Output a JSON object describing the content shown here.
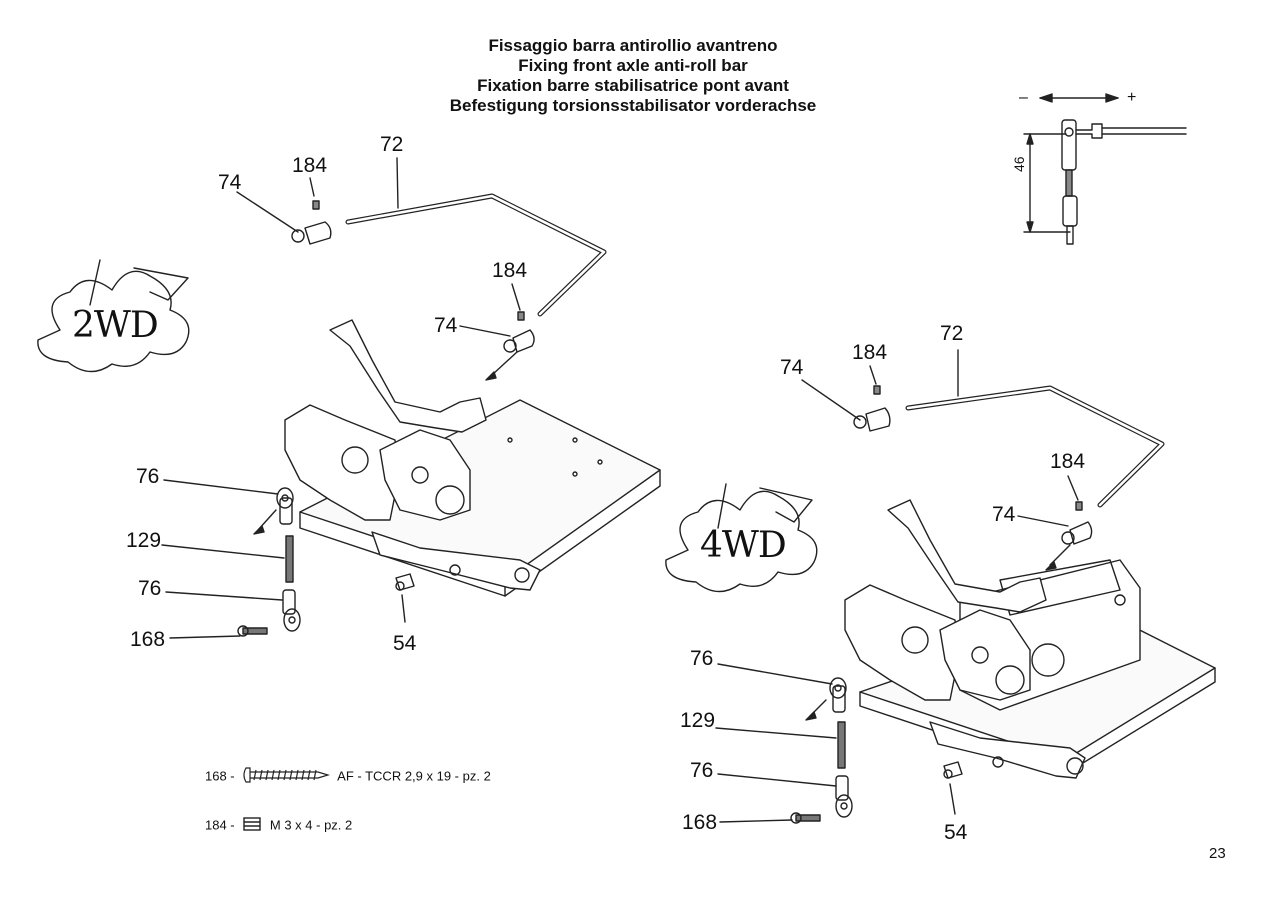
{
  "titles": [
    "Fissaggio barra antirollio avantreno",
    "Fixing front axle anti-roll bar",
    "Fixation barre stabilisatrice pont avant",
    "Befestigung torsionsstabilisator vorderachse"
  ],
  "badges": {
    "left": "2WD",
    "right": "4WD"
  },
  "detail": {
    "minus": "–",
    "plus": "+",
    "dimension": "46"
  },
  "labels_2wd": {
    "p72": "72",
    "p184a": "184",
    "p74a": "74",
    "p184b": "184",
    "p74b": "74",
    "p76a": "76",
    "p129": "129",
    "p76b": "76",
    "p168": "168",
    "p54": "54"
  },
  "labels_4wd": {
    "p72": "72",
    "p184a": "184",
    "p74a": "74",
    "p184b": "184",
    "p74b": "74",
    "p76a": "76",
    "p129": "129",
    "p76b": "76",
    "p168": "168",
    "p54": "54"
  },
  "legend": {
    "screw": {
      "code": "168 -",
      "text": "AF - TCCR 2,9 x 19 - pz. 2"
    },
    "grub": {
      "code": "184 -",
      "text": "M 3 x 4 - pz. 2"
    }
  },
  "page_number": "23"
}
